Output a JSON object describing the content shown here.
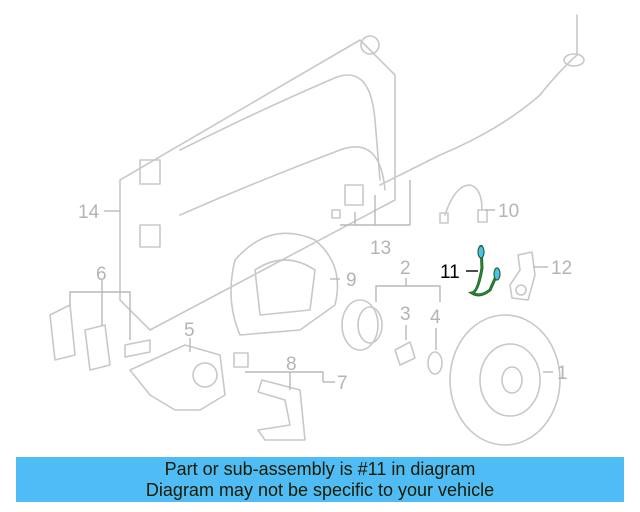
{
  "diagram": {
    "highlight_color": "#1e6b2a",
    "highlight_accent": "#4fbcf5",
    "part_color": "#c8c8c8",
    "callouts": [
      {
        "id": "14",
        "label": "14"
      },
      {
        "id": "6",
        "label": "6"
      },
      {
        "id": "5",
        "label": "5"
      },
      {
        "id": "9",
        "label": "9"
      },
      {
        "id": "13",
        "label": "13"
      },
      {
        "id": "10",
        "label": "10"
      },
      {
        "id": "11",
        "label": "11"
      },
      {
        "id": "12",
        "label": "12"
      },
      {
        "id": "2",
        "label": "2"
      },
      {
        "id": "3",
        "label": "3"
      },
      {
        "id": "4",
        "label": "4"
      },
      {
        "id": "8",
        "label": "8"
      },
      {
        "id": "7",
        "label": "7"
      },
      {
        "id": "1",
        "label": "1"
      }
    ],
    "selected_part": "11"
  },
  "banner": {
    "background": "#4fbcf5",
    "line1": "Part or sub-assembly is #11 in diagram",
    "line2": "Diagram may not be specific to your vehicle"
  }
}
